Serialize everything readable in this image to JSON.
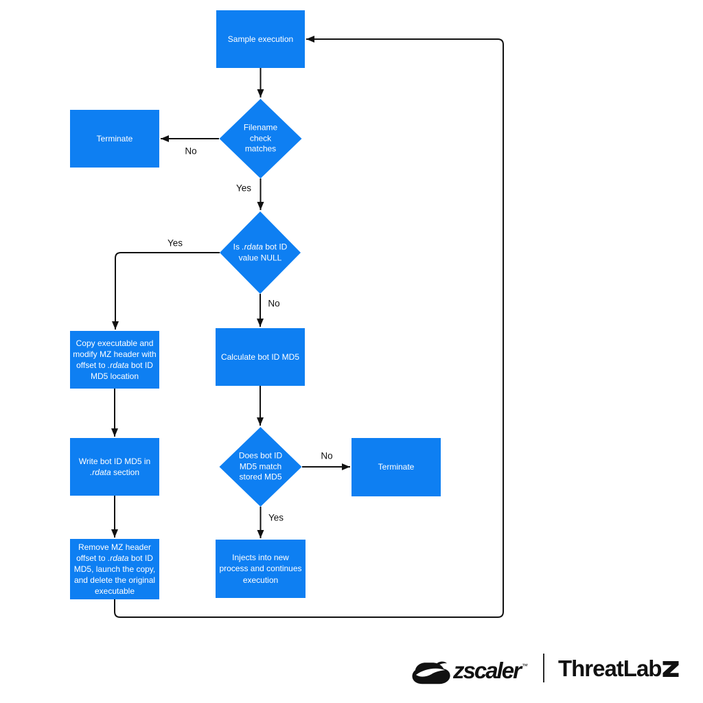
{
  "colors": {
    "node_fill": "#0E7FF2",
    "node_text": "#FFFFFF",
    "connector": "#111111",
    "edge_label_text": "#111111",
    "background": "#FFFFFF",
    "logo": "#111111"
  },
  "nodes": {
    "sample_execution": {
      "label": "Sample execution"
    },
    "terminate_left": {
      "label": "Terminate"
    },
    "copy_executable": {
      "parts": [
        "Copy executable and modify MZ header with offset to ",
        ".rdata",
        " bot ID MD5 location"
      ]
    },
    "calculate_md5": {
      "label": "Calculate bot ID MD5"
    },
    "write_md5": {
      "parts": [
        "Write bot ID MD5 in ",
        ".rdata",
        " section"
      ]
    },
    "terminate_right": {
      "label": "Terminate"
    },
    "remove_header": {
      "parts": [
        "Remove MZ header offset to ",
        ".rdata",
        " bot ID MD5, launch the copy, and delete the original executable"
      ]
    },
    "injects": {
      "label": "Injects into new process and continues execution"
    }
  },
  "decisions": {
    "filename_check": {
      "label": "Filename check matches"
    },
    "rdata_null": {
      "parts": [
        "Is ",
        ".rdata",
        " bot ID value NULL"
      ]
    },
    "md5_match": {
      "label": "Does bot ID MD5 match stored MD5"
    }
  },
  "edge_labels": {
    "filename_no": "No",
    "filename_yes": "Yes",
    "rdata_yes": "Yes",
    "rdata_no": "No",
    "md5_no": "No",
    "md5_yes": "Yes"
  },
  "footer": {
    "zscaler_wordmark": "zscaler",
    "trademark": "™",
    "threatlabz_head": "ThreatLab",
    "threatlabz_tail_z": "z",
    "icons": {
      "cloud": "zscaler-cloud",
      "z_glyph": "threatlabz-stylized-z"
    }
  }
}
